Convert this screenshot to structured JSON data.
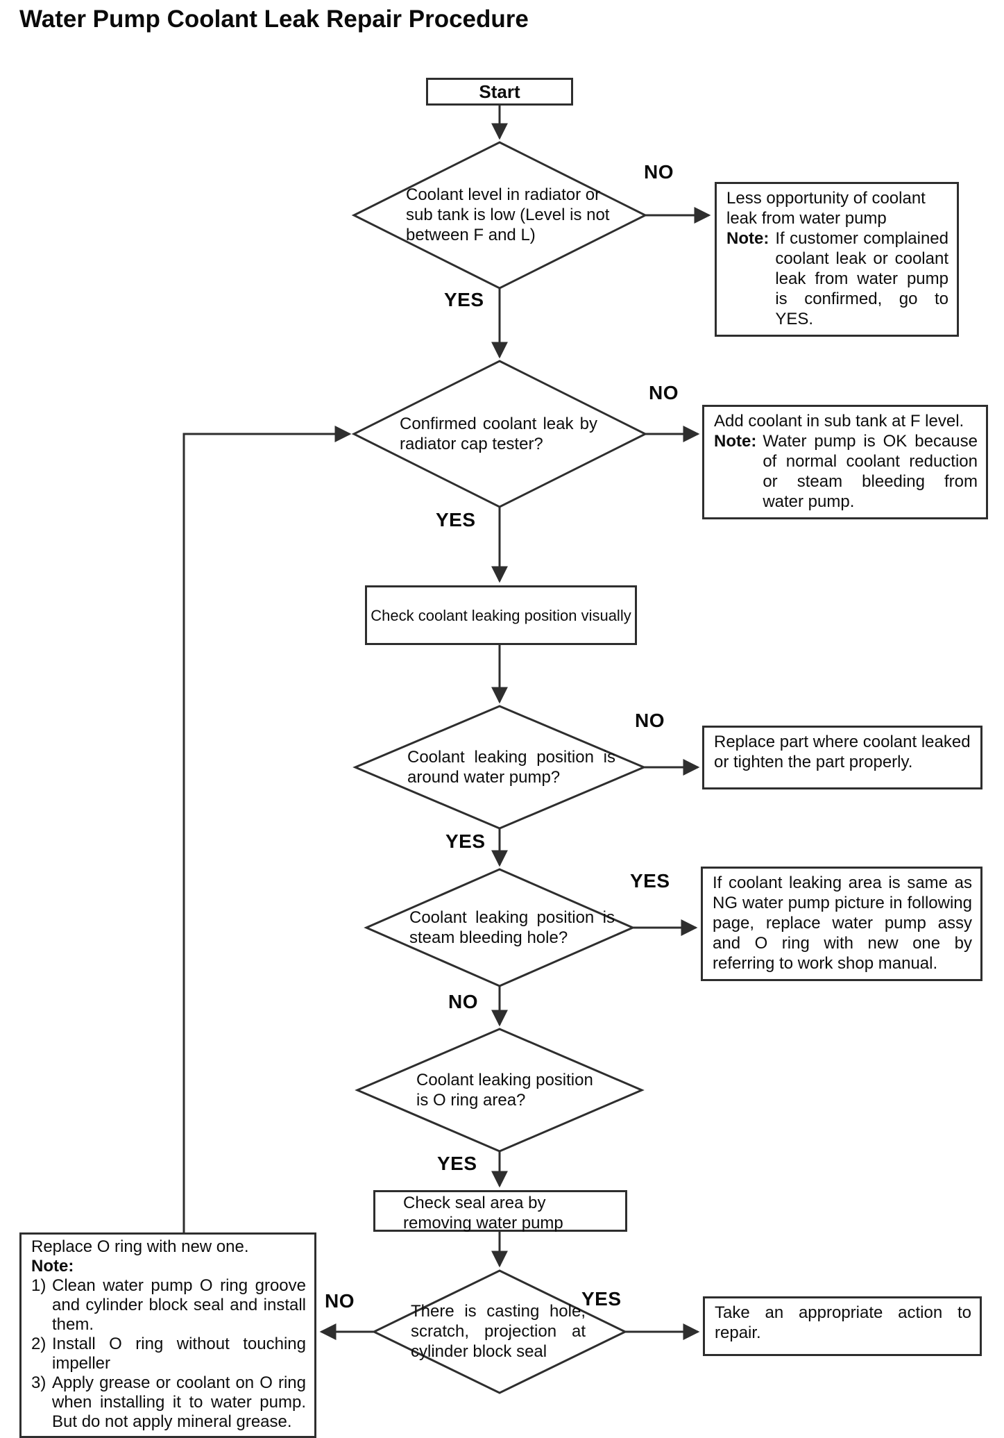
{
  "title": "Water Pump Coolant Leak Repair Procedure",
  "branch_labels": {
    "yes": "YES",
    "no": "NO"
  },
  "nodes": {
    "start": {
      "label": "Start"
    },
    "decision_coolant_level": {
      "text": "Coolant level in radiator or sub tank is low (Level is not between F and L)"
    },
    "decision_cap_tester": {
      "text": "Confirmed coolant leak by radiator cap tester?"
    },
    "process_check_position": {
      "text": "Check coolant leaking position visually"
    },
    "decision_around_pump": {
      "text": "Coolant leaking position is around water pump?"
    },
    "decision_steam_hole": {
      "text": "Coolant leaking position is steam bleeding hole?"
    },
    "decision_oring_area": {
      "text": "Coolant leaking position is O ring area?"
    },
    "process_check_seal": {
      "text": "Check seal area by removing water pump"
    },
    "decision_casting_hole": {
      "text": "There is casting hole, scratch, projection at cylinder block seal"
    }
  },
  "result_boxes": {
    "less_opportunity": {
      "text": "Less opportunity of coolant leak from water pump",
      "note_label": "Note:",
      "note_text": "If customer complained coolant leak or coolant leak from water pump is confirmed, go to YES."
    },
    "add_coolant": {
      "text": "Add coolant in sub tank at F level.",
      "note_label": "Note:",
      "note_text": "Water pump is OK because of normal coolant reduction or steam bleeding from water pump."
    },
    "replace_part": {
      "text": "Replace part where coolant leaked or tighten the part properly."
    },
    "replace_pump_assy": {
      "text": "If coolant leaking area is same as NG water pump picture in following page, replace water pump assy and O ring with new one by referring to work shop manual."
    },
    "take_action": {
      "text": "Take an appropriate action to repair."
    },
    "replace_oring": {
      "text": "Replace O ring with new one.",
      "note_label": "Note:",
      "items": [
        {
          "num": "1)",
          "text": "Clean water pump O ring groove and cylinder block seal and install them."
        },
        {
          "num": "2)",
          "text": "Install O ring without touching impeller"
        },
        {
          "num": "3)",
          "text": "Apply grease or coolant on O ring when installing it to water pump. But do not apply mineral grease."
        }
      ]
    }
  }
}
